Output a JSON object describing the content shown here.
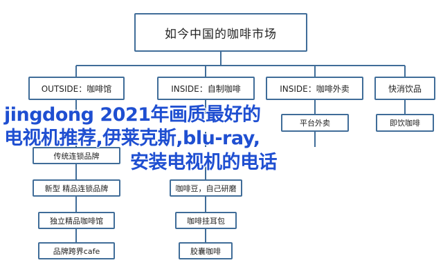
{
  "diagram": {
    "root": "如今中国的咖啡市场",
    "categories": [
      "OUTSIDE：咖啡馆",
      "INSIDE：自制咖啡",
      "INSIDE：咖啡外卖",
      "快消饮品"
    ],
    "outside_items": [
      "传统连锁品牌",
      "新型 精品连锁品牌",
      "独立精品咖啡馆",
      "品牌跨界cafe"
    ],
    "inside_items": [
      "咖啡豆，自己研磨",
      "咖啡挂耳包",
      "胶囊咖啡"
    ],
    "delivery_items": [
      "平台外卖"
    ],
    "fmcg_items": [
      "即饮咖啡"
    ]
  },
  "overlay": {
    "line1": "jingdong 2021年画质最好的",
    "line2": "电视机推荐,伊莱克斯,blu-ray,",
    "line3": "安装电视机的电话"
  },
  "colors": {
    "border": "#3f6c98",
    "line": "#3f6c98",
    "overlay": "#1f4fd1"
  }
}
